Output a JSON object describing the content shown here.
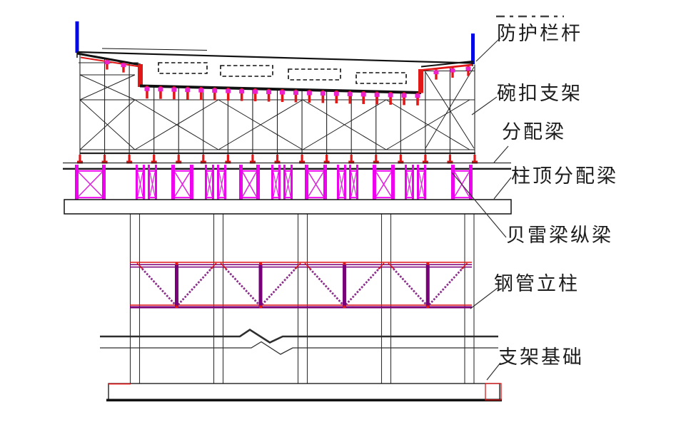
{
  "drawing": {
    "title": "bridge-falsework-elevation",
    "labels": [
      {
        "id": "guardrail",
        "text": "防护栏杆"
      },
      {
        "id": "bowl-scaffold",
        "text": "碗扣支架"
      },
      {
        "id": "distribution-beam",
        "text": "分配梁"
      },
      {
        "id": "cap-distribution-beam",
        "text": "柱顶分配梁"
      },
      {
        "id": "bailey-girder",
        "text": "贝雷梁纵梁"
      },
      {
        "id": "steel-column",
        "text": "钢管立柱"
      },
      {
        "id": "foundation",
        "text": "支架基础"
      }
    ],
    "colors": {
      "blue": "#0008e8",
      "red": "#e01818",
      "dark_red": "#c81414",
      "magenta": "#ee00ee",
      "purple": "#7a007a",
      "truss_diag": "#8b2f8b",
      "line": "#1a1a1a",
      "leader": "#333333",
      "background": "#ffffff"
    }
  }
}
